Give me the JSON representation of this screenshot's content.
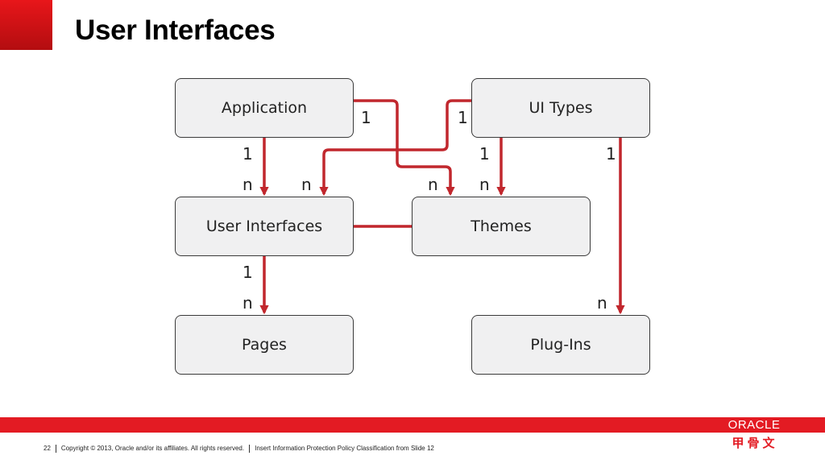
{
  "slide": {
    "title": "User Interfaces"
  },
  "diagram": {
    "boxes": {
      "application": "Application",
      "ui_types": "UI Types",
      "user_interfaces": "User Interfaces",
      "themes": "Themes",
      "pages": "Pages",
      "plug_ins": "Plug-Ins"
    },
    "multiplicities": {
      "app_ui_source": "1",
      "app_ui_target": "n",
      "app_themes_source": "1",
      "app_themes_target": "n",
      "uitypes_ui_source": "1",
      "uitypes_ui_target": "n",
      "uitypes_themes_source": "1",
      "uitypes_themes_target": "n",
      "uitypes_plugins_source": "1",
      "uitypes_plugins_target": "n",
      "ui_pages_source": "1",
      "ui_pages_target": "n"
    },
    "line_color": "#c1272d"
  },
  "footer": {
    "page_number": "22",
    "copyright": "Copyright © 2013, Oracle and/or its affiliates. All rights reserved.",
    "classification": "Insert Information Protection Policy Classification from Slide 12"
  },
  "brand": {
    "logo_text": "ORACLE",
    "logo_cn": "甲骨文",
    "accent": "#e31b23"
  }
}
